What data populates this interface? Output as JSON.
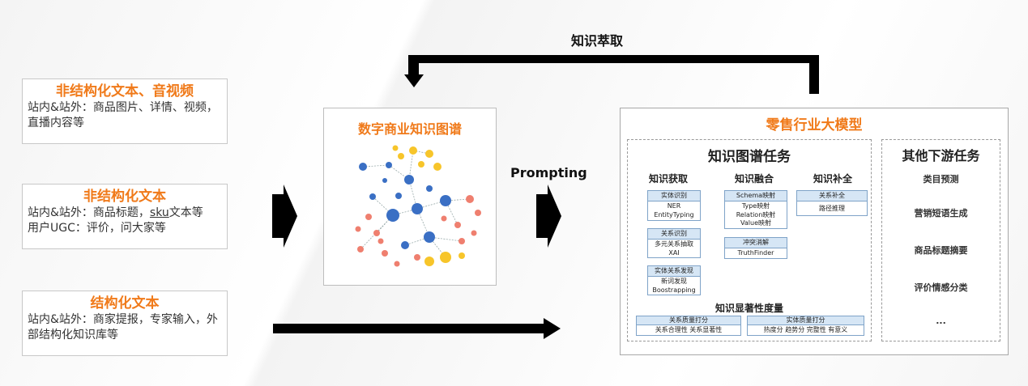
{
  "top_label": "知识萃取",
  "prompting_label": "Prompting",
  "sources": [
    {
      "title": "非结构化文本、音视频",
      "desc": "站内&站外：商品图片、详情、视频，直播内容等"
    },
    {
      "title": "非结构化文本",
      "desc_pre": "站内&站外：商品标题，",
      "desc_sku": "sku",
      "desc_post": "文本等",
      "desc2": "用户UGC：评价，问大家等"
    },
    {
      "title": "结构化文本",
      "desc": "站内&站外：商家提报，专家输入，外部结构化知识库等"
    }
  ],
  "kg": {
    "title": "数字商业知识图谱"
  },
  "model": {
    "title": "零售行业大模型",
    "kg_tasks": {
      "title": "知识图谱任务",
      "acquire": {
        "title": "知识获取",
        "tasks": [
          {
            "head": "实体识别",
            "body1": "NER",
            "body2": "EntityTyping"
          },
          {
            "head": "关系识别",
            "body1": "多元关系抽取",
            "body2": "XAI"
          },
          {
            "head": "实体关系发现",
            "body1": "新词发现",
            "body2": "Boostrapping"
          }
        ]
      },
      "fusion": {
        "title": "知识融合",
        "tasks": [
          {
            "head": "Schema映射",
            "body1": "Type映射",
            "body2": "Relation映射",
            "body3": "Value映射"
          },
          {
            "head": "冲突消解",
            "body1": "TruthFinder"
          }
        ]
      },
      "complete": {
        "title": "知识补全",
        "tasks": [
          {
            "head": "关系补全",
            "body1": "路径推理"
          }
        ]
      },
      "salience": {
        "title": "知识显著性度量",
        "tasks": [
          {
            "head": "关系质量打分",
            "body1": "关系合理性  关系显著性"
          },
          {
            "head": "实体质量打分",
            "body1": "热度分 趋势分 完整性 有意义"
          }
        ]
      }
    },
    "downstream": {
      "title": "其他下游任务",
      "items": [
        "类目预测",
        "营销短语生成",
        "商品标题摘要",
        "评价情感分类",
        "..."
      ]
    }
  },
  "colors": {
    "accent_orange": "#f07a1a",
    "node_blue": "#3a6fc4",
    "node_red": "#ef7f6f",
    "node_yellow": "#f7c52a",
    "task_head": "#d6e6f5"
  }
}
